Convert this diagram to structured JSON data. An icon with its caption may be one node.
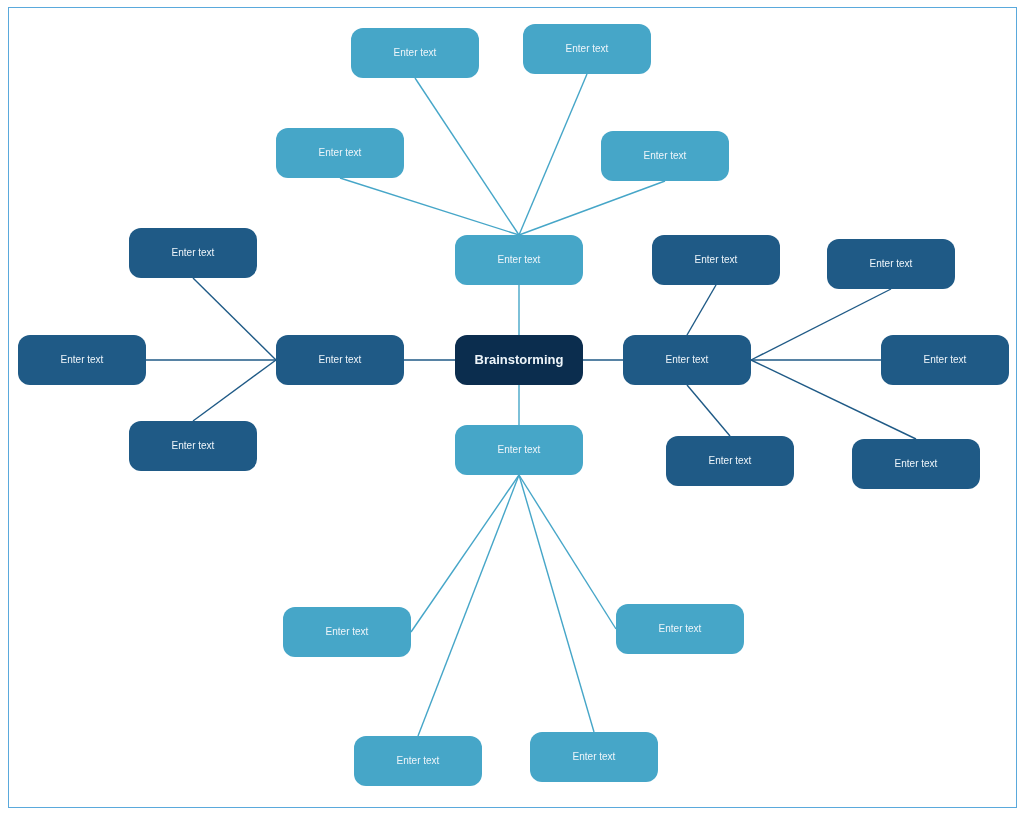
{
  "diagram": {
    "nodes": [
      {
        "text": [
          "Brainstorming"
        ]
      },
      {
        "text": [
          "Enter text"
        ]
      },
      {
        "text": [
          "Enter text"
        ]
      },
      {
        "text": [
          "Enter text"
        ]
      },
      {
        "text": [
          "Enter text"
        ]
      },
      {
        "text": [
          "Enter text"
        ]
      },
      {
        "text": [
          "Enter text"
        ]
      },
      {
        "text": [
          "Enter text"
        ]
      },
      {
        "text": [
          "Enter text"
        ]
      },
      {
        "text": [
          "Enter text"
        ]
      },
      {
        "text": [
          "Enter text"
        ]
      },
      {
        "text": [
          "Enter text"
        ]
      },
      {
        "text": [
          "Enter text"
        ]
      },
      {
        "text": [
          "Enter text"
        ]
      },
      {
        "text": [
          "Enter text"
        ]
      },
      {
        "text": [
          "Enter text"
        ]
      },
      {
        "text": [
          "Enter text"
        ]
      },
      {
        "text": [
          "Enter text"
        ]
      },
      {
        "text": [
          "Enter text"
        ]
      },
      {
        "text": [
          "Enter text"
        ]
      },
      {
        "text": [
          "Enter text"
        ]
      }
    ],
    "edges": [
      {
        "from": 0,
        "to": 1,
        "arrow": "none",
        "color": "#46a6c8"
      },
      {
        "from": 0,
        "to": 6,
        "arrow": "none",
        "color": "#1f5a86"
      },
      {
        "from": 0,
        "to": 10,
        "arrow": "none",
        "color": "#1f5a86"
      },
      {
        "from": 0,
        "to": 16,
        "arrow": "none",
        "color": "#46a6c8"
      },
      {
        "from": 1,
        "to": 2,
        "arrow": "none",
        "color": "#46a6c8"
      },
      {
        "from": 1,
        "to": 3,
        "arrow": "none",
        "color": "#46a6c8"
      },
      {
        "from": 1,
        "to": 4,
        "arrow": "none",
        "color": "#46a6c8"
      },
      {
        "from": 1,
        "to": 5,
        "arrow": "none",
        "color": "#46a6c8"
      },
      {
        "from": 6,
        "to": 7,
        "arrow": "none",
        "color": "#1f5a86"
      },
      {
        "from": 6,
        "to": 8,
        "arrow": "none",
        "color": "#1f5a86"
      },
      {
        "from": 6,
        "to": 9,
        "arrow": "none",
        "color": "#1f5a86"
      },
      {
        "from": 10,
        "to": 11,
        "arrow": "none",
        "color": "#1f5a86"
      },
      {
        "from": 10,
        "to": 12,
        "arrow": "none",
        "color": "#1f5a86"
      },
      {
        "from": 10,
        "to": 13,
        "arrow": "none",
        "color": "#1f5a86"
      },
      {
        "from": 10,
        "to": 14,
        "arrow": "none",
        "color": "#1f5a86"
      },
      {
        "from": 10,
        "to": 15,
        "arrow": "none",
        "color": "#1f5a86"
      },
      {
        "from": 16,
        "to": 17,
        "arrow": "none",
        "color": "#46a6c8"
      },
      {
        "from": 16,
        "to": 18,
        "arrow": "none",
        "color": "#46a6c8"
      },
      {
        "from": 16,
        "to": 19,
        "arrow": "none",
        "color": "#46a6c8"
      },
      {
        "from": 16,
        "to": 20,
        "arrow": "none",
        "color": "#46a6c8"
      }
    ]
  }
}
